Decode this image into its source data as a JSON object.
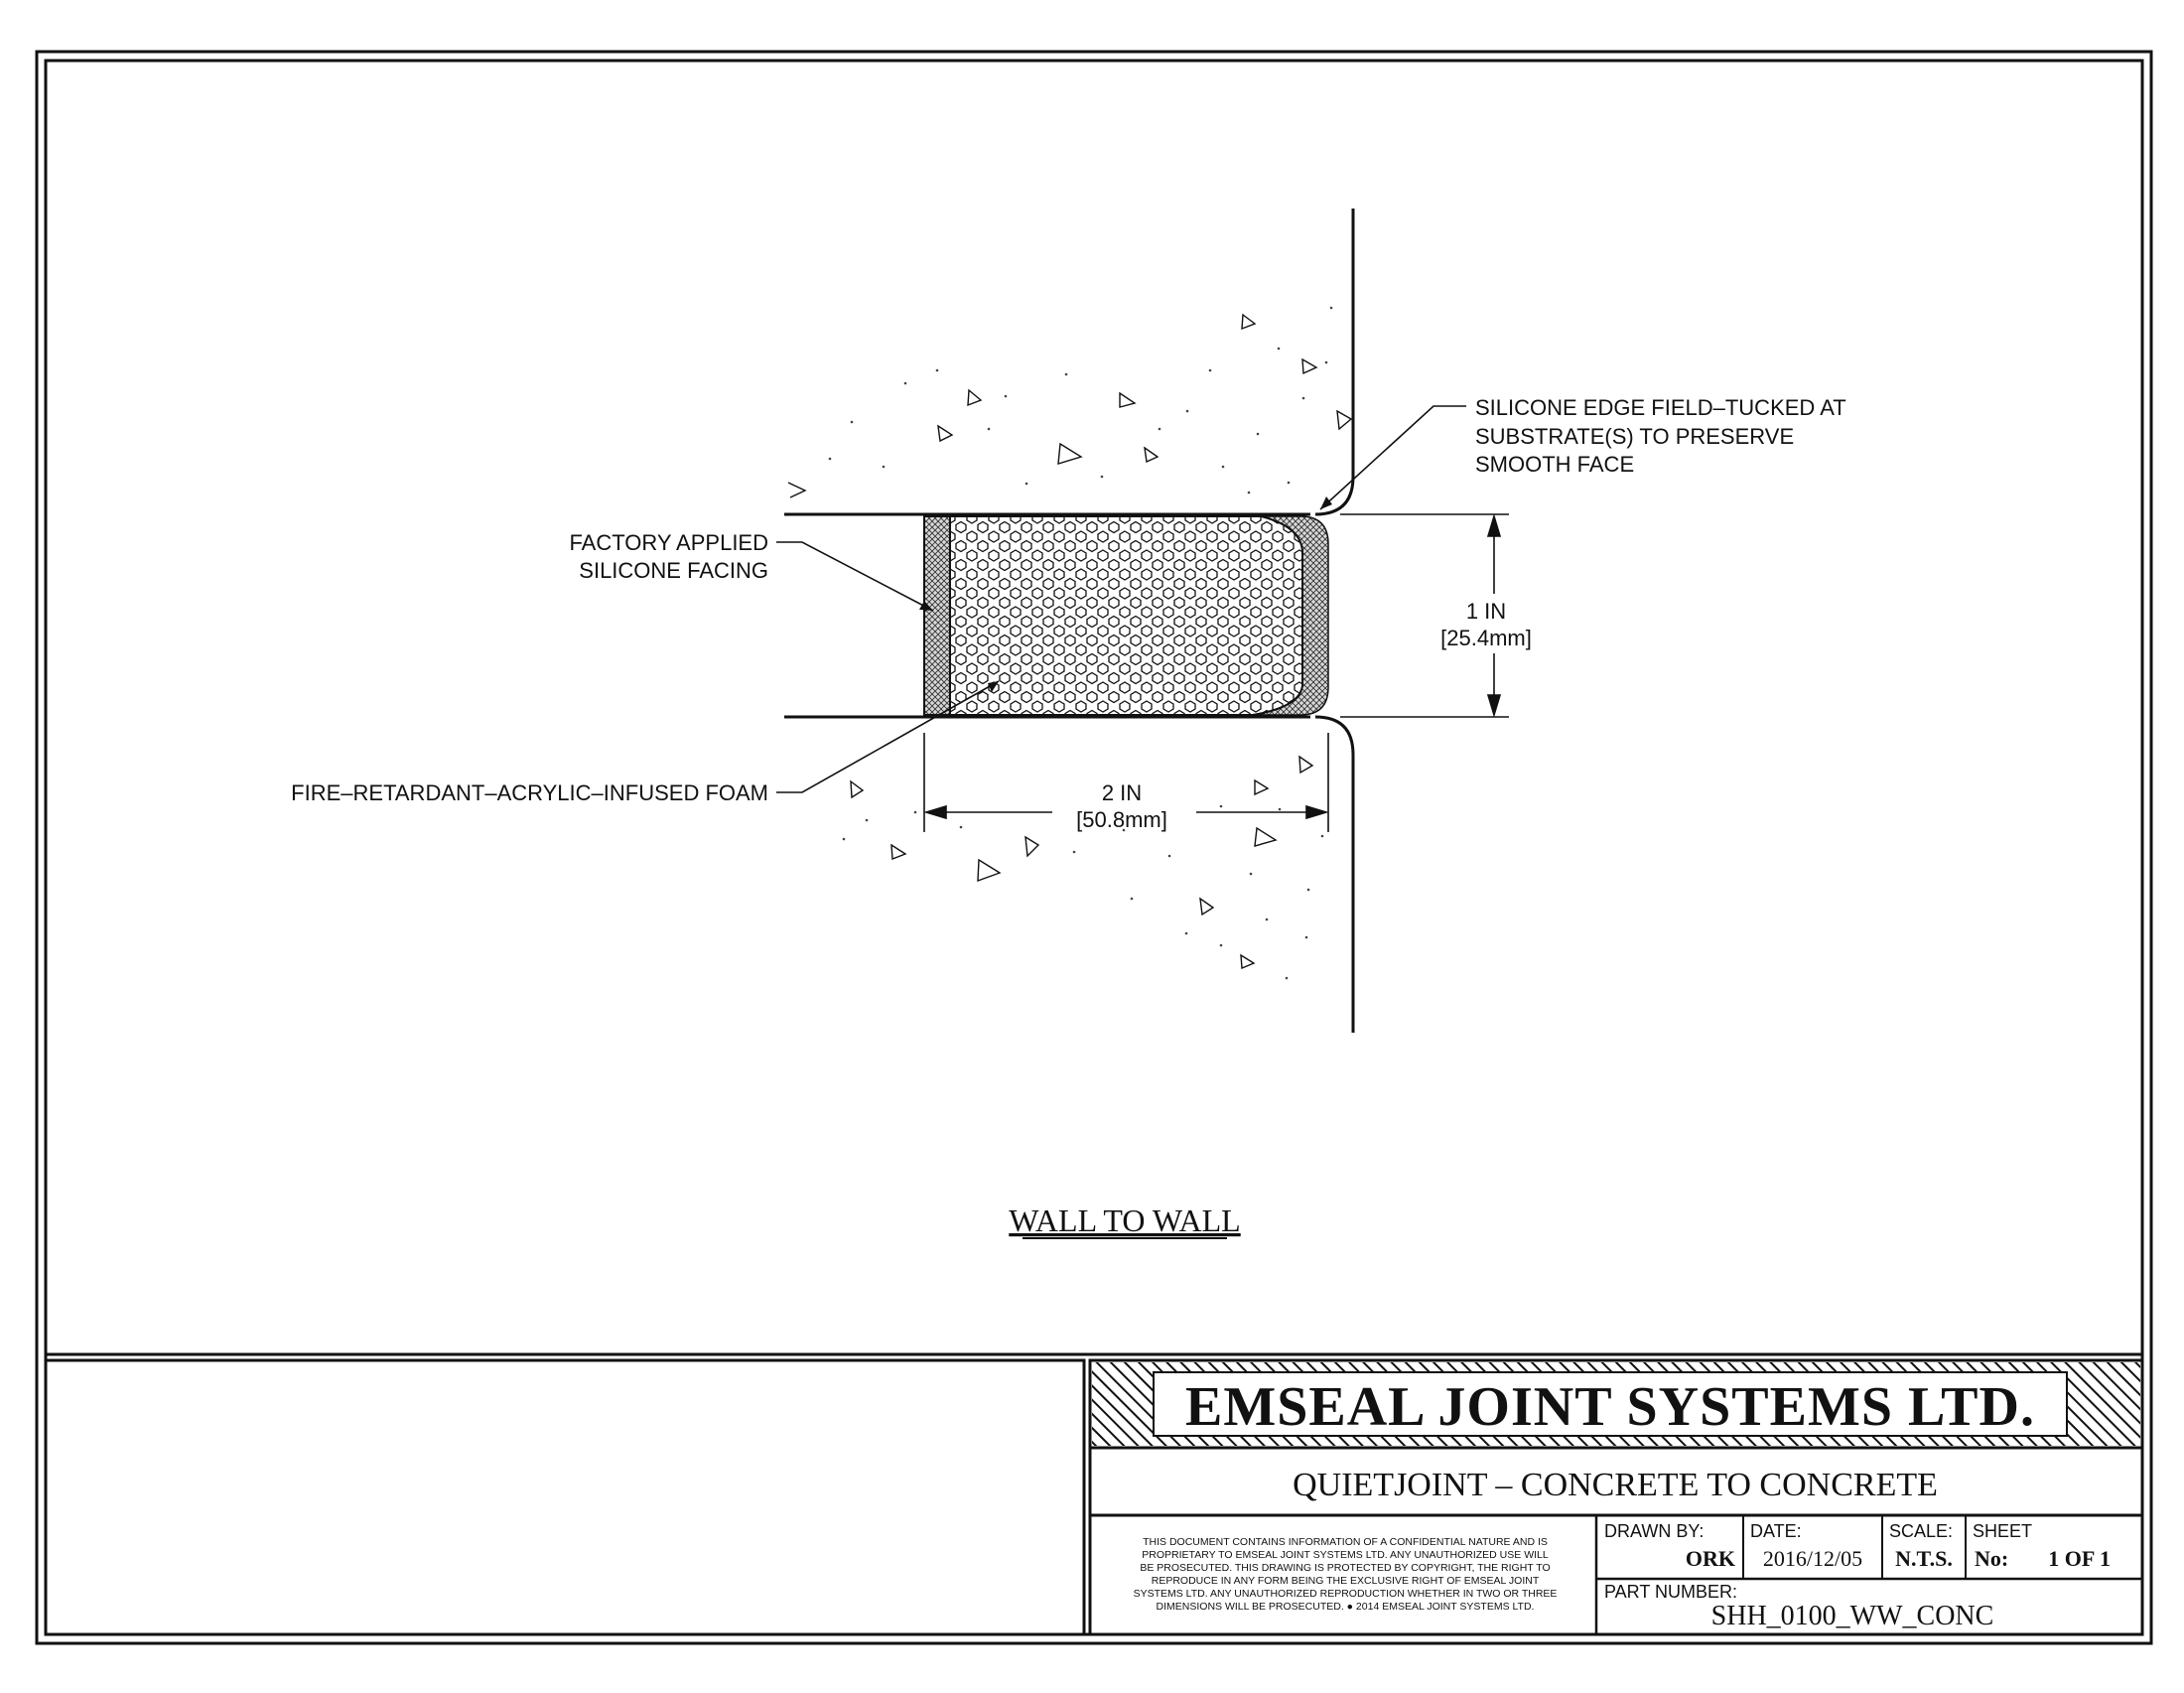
{
  "drawing": {
    "callouts": {
      "silicone_edge": [
        "SILICONE EDGE FIELD–TUCKED AT",
        "SUBSTRATE(S) TO PRESERVE",
        "SMOOTH FACE"
      ],
      "factory_facing": [
        "FACTORY APPLIED",
        "SILICONE FACING"
      ],
      "foam": "FIRE–RETARDANT–ACRYLIC–INFUSED FOAM"
    },
    "dimensions": {
      "height": [
        "1 IN",
        "[25.4mm]"
      ],
      "width": [
        "2 IN",
        "[50.8mm]"
      ]
    },
    "view_title": "WALL TO WALL"
  },
  "title_block": {
    "company": "EMSEAL JOINT SYSTEMS LTD.",
    "project_title": "QUIETJOINT – CONCRETE TO CONCRETE",
    "disclaimer": [
      "THIS DOCUMENT CONTAINS INFORMATION OF A CONFIDENTIAL NATURE AND IS",
      "PROPRIETARY TO EMSEAL JOINT SYSTEMS LTD. ANY UNAUTHORIZED USE WILL",
      "BE PROSECUTED. THIS DRAWING IS PROTECTED BY COPYRIGHT, THE RIGHT TO",
      "REPRODUCE IN ANY FORM BEING THE EXCLUSIVE RIGHT OF EMSEAL JOINT",
      "SYSTEMS LTD. ANY UNAUTHORIZED REPRODUCTION WHETHER IN TWO OR THREE",
      "DIMENSIONS WILL BE PROSECUTED. ● 2014 EMSEAL JOINT SYSTEMS LTD."
    ],
    "drawn_by_label": "DRAWN BY:",
    "drawn_by": "ORK",
    "date_label": "DATE:",
    "date": "2016/12/05",
    "scale_label": "SCALE:",
    "scale": "N.T.S.",
    "sheet_label": "SHEET",
    "sheet_no_label": "No:",
    "sheet": "1 OF 1",
    "part_number_label": "PART NUMBER:",
    "part_number": "SHH_0100_WW_CONC"
  }
}
